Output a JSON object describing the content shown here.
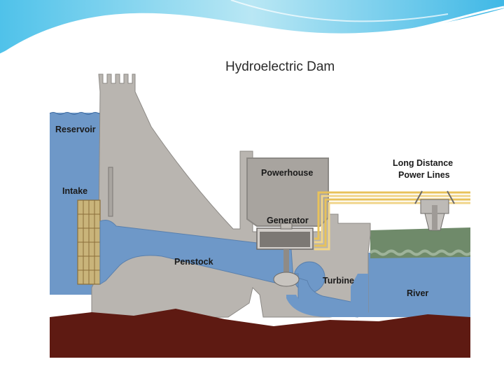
{
  "diagram": {
    "title": "Hydroelectric Dam",
    "labels": {
      "reservoir": "Reservoir",
      "intake": "Intake",
      "powerhouse": "Powerhouse",
      "generator": "Generator",
      "penstock": "Penstock",
      "turbine": "Turbine",
      "river": "River",
      "power_lines_line1": "Long Distance",
      "power_lines_line2": "Power Lines"
    },
    "colors": {
      "water": "#6e98c8",
      "concrete": "#b9b5b0",
      "earth": "#5e1a12",
      "grass": "#6f8a6a",
      "cables": "#e8c25a",
      "header_wave": "#5cc6e8"
    }
  }
}
